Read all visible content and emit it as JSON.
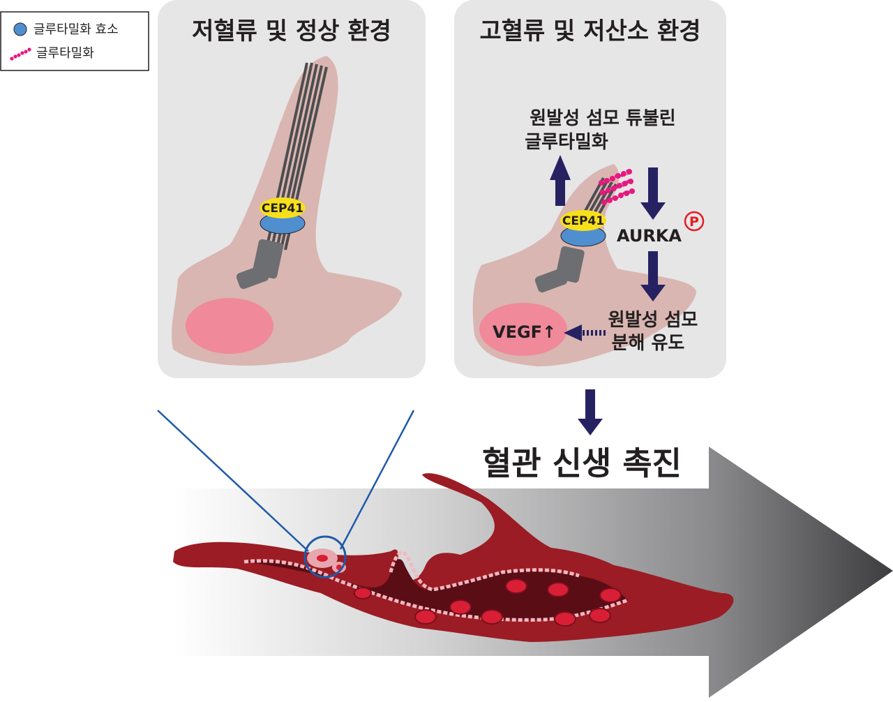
{
  "legend": {
    "enzyme_label": "글루타밀화 효소",
    "glutamylation_label": "글루타밀화"
  },
  "panel_left": {
    "title": "저혈류 및 정상 환경",
    "cep_label": "CEP41"
  },
  "panel_right": {
    "title": "고혈류 및 저산소 환경",
    "cep_label": "CEP41",
    "glutamylation_line1": "원발성 섬모 튜불린",
    "glutamylation_line2": "글루타밀화",
    "aurka_label": "AURKA",
    "phospho_label": "P",
    "vegf_label": "VEGF↑",
    "disassembly_line1": "원발성 섬모",
    "disassembly_line2": "분해 유도"
  },
  "result": {
    "label": "혈관 신생 촉진"
  },
  "colors": {
    "panel_bg": "#e6e6e7",
    "cell": "#d9b6b1",
    "nucleus": "#f0899a",
    "cep41": "#f7e01b",
    "enzyme": "#4f8fd0",
    "glutamyl": "#e7197f",
    "arrow": "#262262",
    "zoom_line": "#1e5aa8",
    "vessel": "#9b1c24",
    "vessel_dark": "#5a0d15",
    "red_cell": "#d81f36"
  }
}
